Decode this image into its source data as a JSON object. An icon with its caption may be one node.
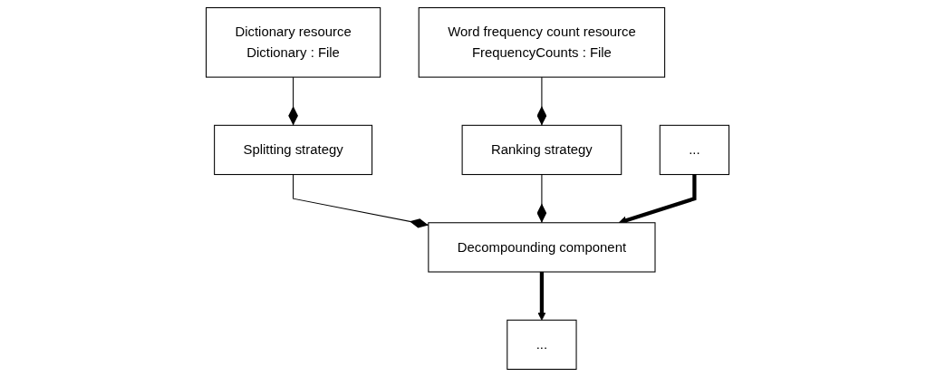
{
  "diagram": {
    "nodes": [
      {
        "text": [
          "Dictionary resource",
          "Dictionary : File"
        ]
      },
      {
        "text": [
          "Word frequency count resource",
          "FrequencyCounts : File"
        ]
      },
      {
        "text": [
          "Splitting strategy"
        ]
      },
      {
        "text": [
          "Ranking strategy"
        ]
      },
      {
        "text": [
          "..."
        ]
      },
      {
        "text": [
          "Decompounding component"
        ]
      },
      {
        "text": [
          "..."
        ]
      }
    ],
    "edges": [
      {
        "from": 0,
        "to": 2,
        "arrow": "other"
      },
      {
        "from": 1,
        "to": 3,
        "arrow": "other"
      },
      {
        "from": 2,
        "to": 5,
        "arrow": "other"
      },
      {
        "from": 3,
        "to": 5,
        "arrow": "other"
      },
      {
        "from": 4,
        "to": 5,
        "arrow": "to",
        "style": "thick"
      },
      {
        "from": 5,
        "to": 6,
        "arrow": "to",
        "style": "thick"
      }
    ]
  }
}
